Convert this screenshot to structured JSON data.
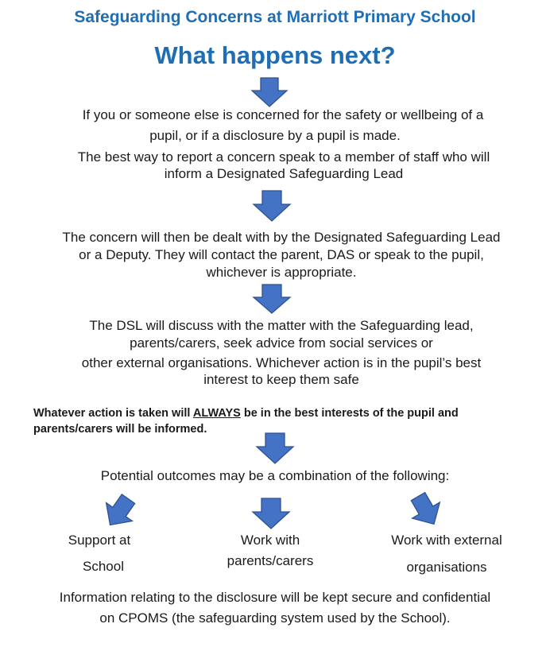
{
  "header": {
    "title": "Safeguarding Concerns at Marriott Primary School",
    "subtitle": "What happens next?"
  },
  "steps": {
    "step1_line1": "If you or someone else is concerned for the safety or wellbeing of a",
    "step1_line2": "pupil, or if a disclosure by a pupil is made.",
    "step1_line3": "The best way to report a concern speak to a member of staff who will",
    "step1_line4": "inform a Designated Safeguarding Lead",
    "step2_line1": "The concern will then be dealt with by the Designated Safeguarding Lead",
    "step2_line2": "or a Deputy.  They will contact the parent, DAS or speak to the pupil,",
    "step2_line3": "whichever is appropriate.",
    "step3_line1": "The DSL will discuss with the matter with the Safeguarding lead,",
    "step3_line2": "parents/carers, seek advice from social services or",
    "step3_line3": "other external organisations. Whichever action is in the pupil’s best",
    "step3_line4": "interest to keep them safe"
  },
  "note": {
    "prefix": "Whatever action is taken will ",
    "emphasis": "ALWAYS",
    "suffix": " be in the best interests of the pupil and",
    "line2": "parents/carers will be informed."
  },
  "outcomes": {
    "intro": "Potential outcomes may be a combination of the following:",
    "left_line1": "Support at",
    "left_line2": "School",
    "middle_line1": "Work with",
    "middle_line2": "parents/carers",
    "right_line1": "Work with external",
    "right_line2": "organisations"
  },
  "footer": {
    "line1": "Information relating to the disclosure will be kept secure and confidential",
    "line2": "on CPOMS (the safeguarding system used by the School)."
  },
  "colors": {
    "heading": "#1f6eb5",
    "arrow_fill": "#4472c4",
    "arrow_stroke": "#2f528f"
  }
}
